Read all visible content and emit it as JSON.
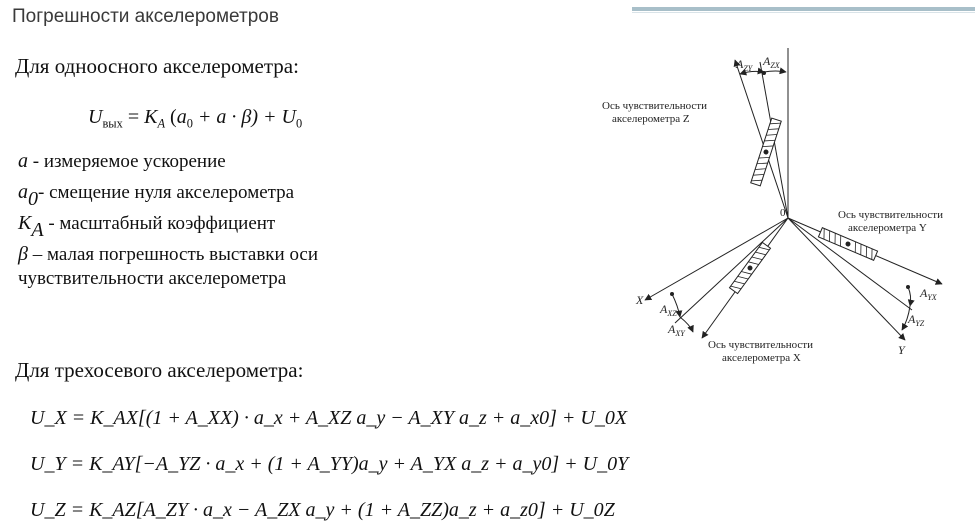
{
  "title": "Погрешности акселерометров",
  "single": {
    "heading": "Для одноосного акселерометра:",
    "equation": {
      "lhs": "U",
      "lhs_sub": "вых",
      "k": "K",
      "k_sub": "A",
      "open": "(",
      "a0": "a",
      "a0_sub": "0",
      "mid": " + a · β) + ",
      "u0": "U",
      "u0_sub": "0"
    },
    "defs": [
      {
        "sym": "a",
        "sub": "",
        "text": " - измеряемое ускорение"
      },
      {
        "sym": "a",
        "sub": "0",
        "text": "- смещение нуля акселерометра"
      },
      {
        "sym": "K",
        "sub": "A",
        "text": " - масштабный коэффициент"
      },
      {
        "sym": "β",
        "sub": "",
        "text": " – малая погрешность выставки оси"
      }
    ],
    "defs_cont": "чувствительности акселерометра"
  },
  "triple": {
    "heading": "Для трехосевого акселерометра:",
    "eq_x": "U_X = K_AX[(1 + A_XX) · a_x + A_XZ a_y − A_XY a_z + a_x0] + U_0X",
    "eq_y": "U_Y = K_AY[−A_YZ · a_x + (1 + A_YY)a_y + A_YX a_z + a_y0] + U_0Y",
    "eq_z": "U_Z = K_AZ[A_ZY · a_x − A_ZX a_y + (1 + A_ZZ)a_z + a_z0] + U_0Z"
  },
  "diagram": {
    "origin": "0",
    "z_axis_line1": "Ось чувствительности",
    "z_axis_line2": "акселерометра Z",
    "y_axis_line1": "Ось чувствительности",
    "y_axis_line2": "акселерометра Y",
    "x_axis_line1": "Ось чувствительности",
    "x_axis_line2": "акселерометра X",
    "label_x": "X",
    "label_y": "Y",
    "a_zy": "ZY",
    "a_zx": "ZX",
    "a_xz": "XZ",
    "a_xy": "XY",
    "a_yx": "YX",
    "a_yz": "YZ",
    "a_letter": "A"
  }
}
